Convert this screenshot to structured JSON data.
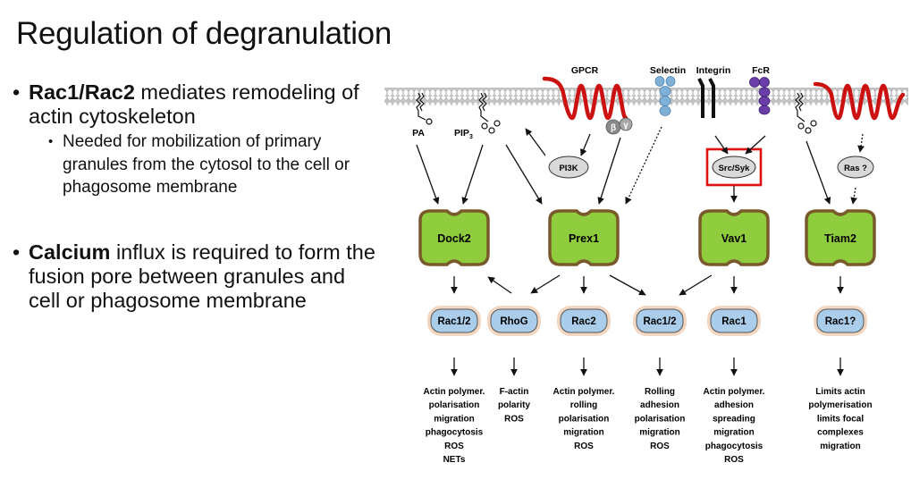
{
  "title": "Regulation of degranulation",
  "bullets": [
    {
      "bold": "Rac1/Rac2",
      "text": " mediates remodeling of actin cytoskeleton",
      "sub": [
        "Needed for mobilization of primary granules from the cytosol to the cell or phagosome membrane"
      ]
    },
    {
      "bold": "Calcium",
      "text": " influx is required to form the fusion pore between granules and cell or phagosome membrane",
      "sub": []
    }
  ],
  "diagram": {
    "receptors": {
      "gpcr": "GPCR",
      "selectin": "Selectin",
      "integrin": "Integrin",
      "fcr": "FcR",
      "beta": "β",
      "gamma": "γ"
    },
    "lipids": {
      "pa": "PA",
      "pip3": "PIP",
      "pip3_sub": "3"
    },
    "intermediates": {
      "pi3k": "PI3K",
      "src_syk": "Src/Syk",
      "ras": "Ras ?"
    },
    "gefs": [
      "Dock2",
      "Prex1",
      "Vav1",
      "Tiam2"
    ],
    "gtpases": [
      "Rac1/2",
      "RhoG",
      "Rac2",
      "Rac1/2",
      "Rac1",
      "Rac1?"
    ],
    "functions": [
      [
        "Actin polymer.",
        "polarisation",
        "migration",
        "phagocytosis",
        "ROS",
        "NETs"
      ],
      [
        "F-actin",
        "polarity",
        "ROS"
      ],
      [
        "Actin polymer.",
        "rolling",
        "polarisation",
        "migration",
        "ROS"
      ],
      [
        "Rolling",
        "adhesion",
        "polarisation",
        "migration",
        "ROS"
      ],
      [
        "Actin polymer.",
        "adhesion",
        "spreading",
        "migration",
        "phagocytosis",
        "ROS"
      ],
      [
        "Limits actin",
        "polymerisation",
        "limits focal",
        "complexes",
        "migration"
      ]
    ],
    "colors": {
      "gef_fill": "#8fcc3e",
      "gef_border": "#7a5a2c",
      "gtpase_fill": "#a9cdea",
      "gtpase_border": "#e7b690",
      "gpcr": "#cc1111",
      "selectin": "#7fb0d8",
      "fcr": "#6a3da8",
      "highlight": "#dd1111"
    }
  }
}
